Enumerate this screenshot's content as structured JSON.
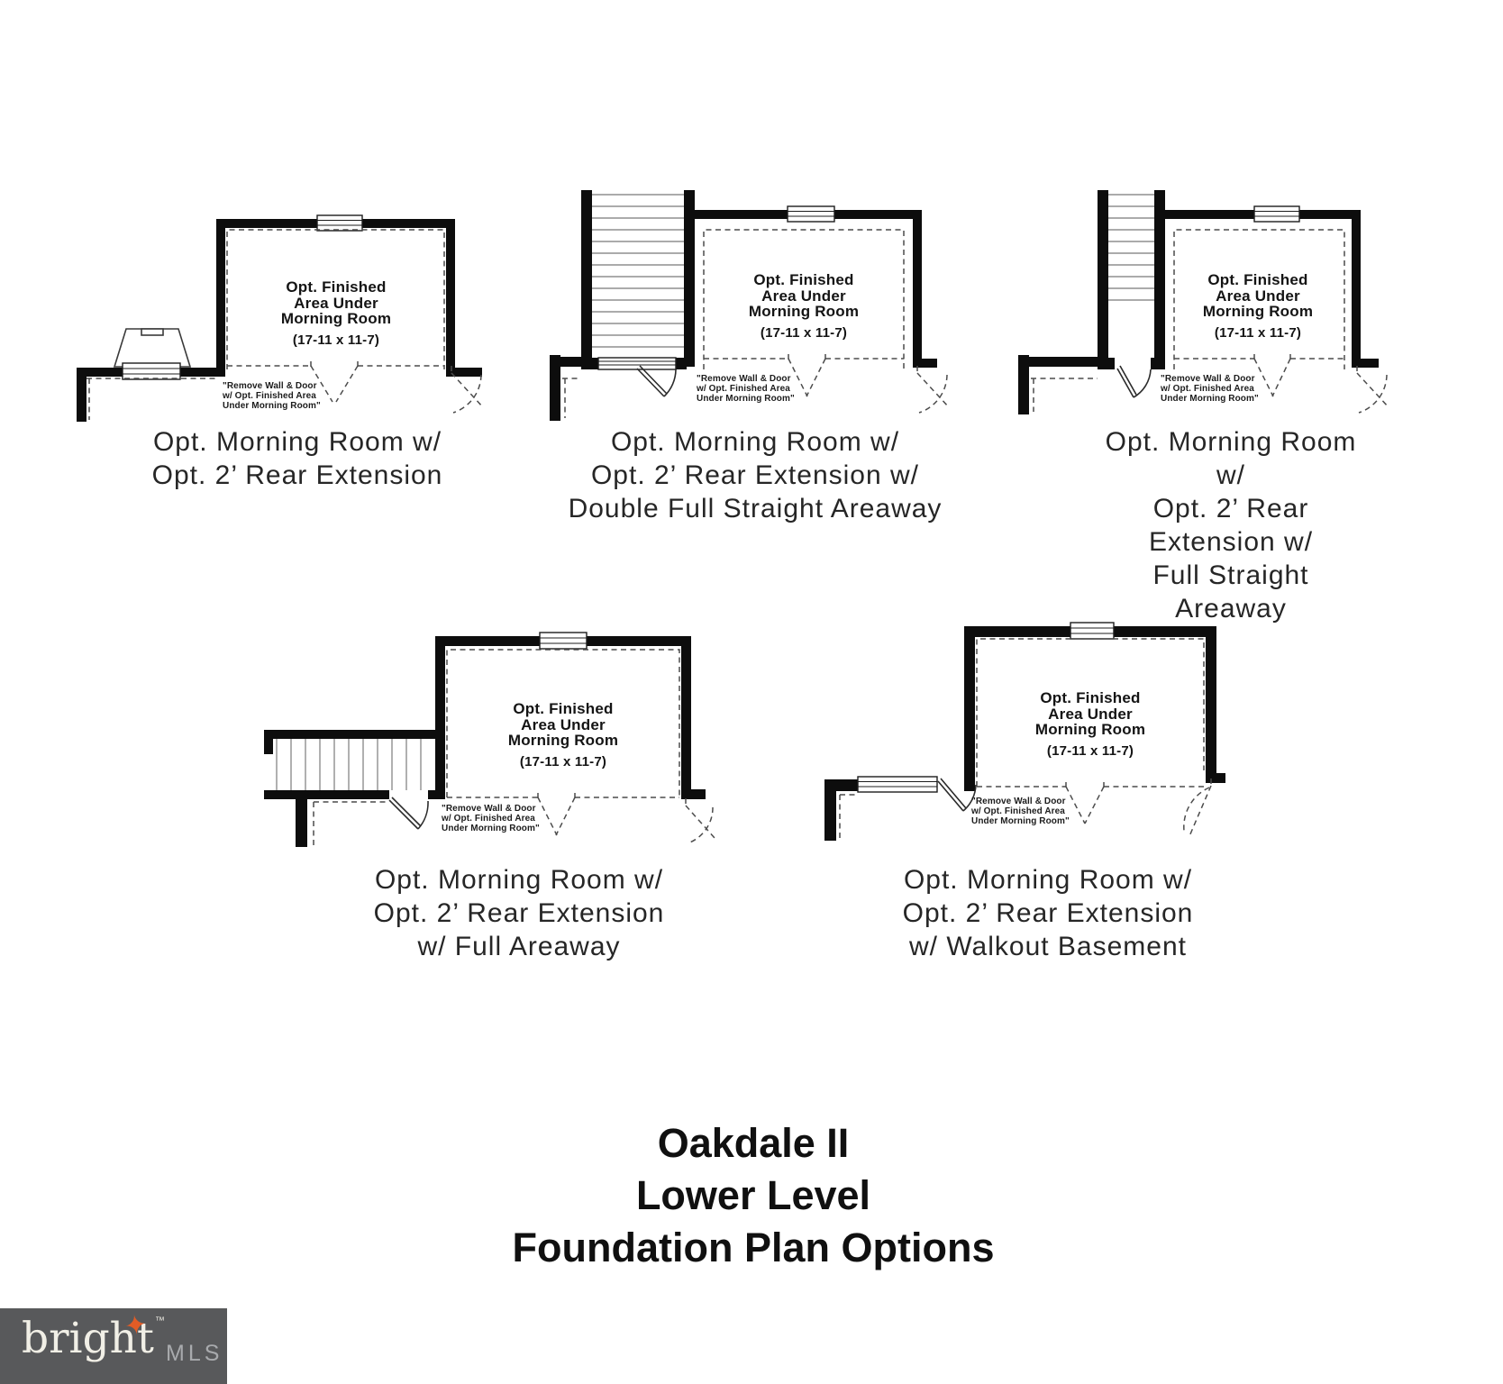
{
  "room_label": {
    "line1": "Opt. Finished",
    "line2": "Area Under",
    "line3": "Morning Room",
    "dims": "(17-11 x 11-7)"
  },
  "remove_note": "\"Remove Wall & Door\nw/ Opt. Finished Area\nUnder Morning Room\"",
  "plans": [
    {
      "id": "rear-extension",
      "caption": "Opt. Morning Room w/\nOpt. 2’ Rear Extension"
    },
    {
      "id": "double-full-straight-areaway",
      "caption": "Opt. Morning Room w/\nOpt. 2’ Rear Extension w/\nDouble Full Straight Areaway"
    },
    {
      "id": "full-straight-areaway",
      "caption": "Opt. Morning Room w/\nOpt. 2’ Rear Extension w/\nFull Straight Areaway"
    },
    {
      "id": "full-areaway",
      "caption": "Opt. Morning Room w/\nOpt. 2’ Rear Extension\nw/ Full Areaway"
    },
    {
      "id": "walkout-basement",
      "caption": "Opt. Morning Room w/\nOpt. 2’ Rear Extension\nw/ Walkout Basement"
    }
  ],
  "title": {
    "line1": "Oakdale II",
    "line2": "Lower Level",
    "line3": "Foundation Plan Options"
  },
  "logo": {
    "brand": "bright",
    "tm": "™",
    "suffix": "MLS",
    "background": "#58595b",
    "brand_color": "#f1efe6",
    "mls_color": "#a8aaad",
    "star_color": "#e25c26",
    "star_icon": "✦"
  }
}
